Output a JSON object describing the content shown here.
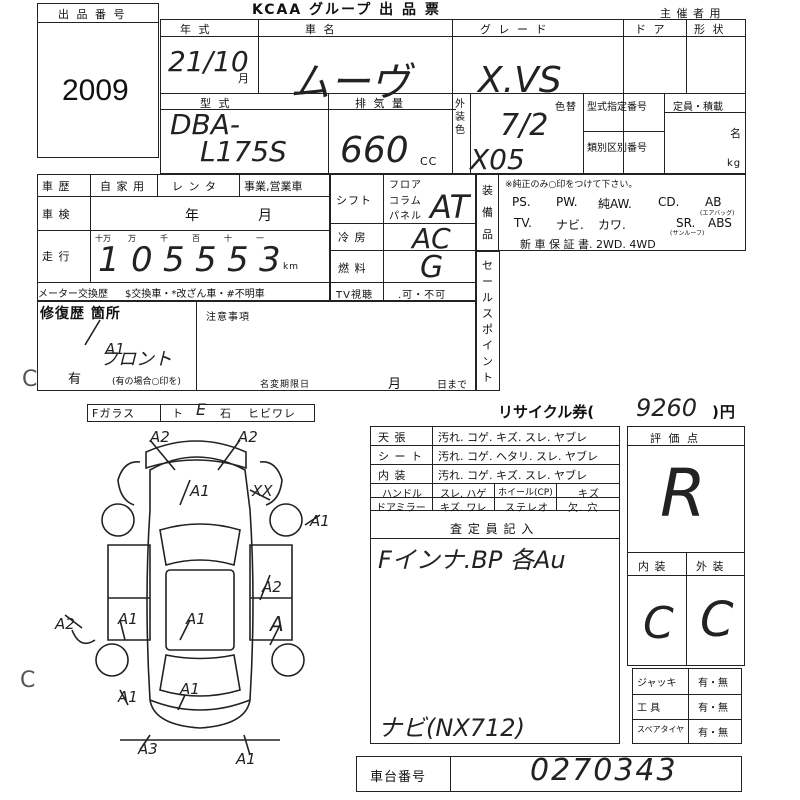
{
  "header": {
    "title": "KCAA グループ 出 品 票",
    "sponsor": "主 催 者 用",
    "lot_label": "出 品 番 号",
    "lot_number": "2009"
  },
  "row1": {
    "year_label": "年 式",
    "car_label": "車 名",
    "grade_label": "グ レ ー ド",
    "door_label": "ド ア",
    "shape_label": "形 状",
    "year_value": "21/10",
    "month_suffix": "月",
    "car_value": "ムーヴ",
    "grade_value": "X.VS"
  },
  "row2": {
    "model_label": "型 式",
    "disp_label": "排 気 量",
    "ext_color_label": "外装色",
    "color_change_label": "色替",
    "type_no_label": "型式指定番号",
    "class_no_label": "類別区別番号",
    "capacity_label": "定員・積載",
    "mei": "名",
    "kg": "kg",
    "model_value_1": "DBA-",
    "model_value_2": "L175S",
    "disp_value": "660",
    "cc": "CC",
    "color_value": "7/2",
    "color_code": "X05"
  },
  "history": {
    "label": "車 歴",
    "opts": [
      "自 家 用",
      "レ ン タ",
      "事業,営業車"
    ]
  },
  "inspection": {
    "label": "車 検",
    "year": "年",
    "month": "月"
  },
  "mileage": {
    "label": "走 行",
    "units": [
      "十万",
      "万",
      "千",
      "百",
      "十",
      "一"
    ],
    "digits": [
      "1",
      "0",
      "5",
      "5",
      "5",
      "3"
    ],
    "km": "km",
    "meter_label": "メーター交換歴",
    "meter_opts": "$交換車・*改ざん車・#不明車"
  },
  "shift": {
    "label": "シフト",
    "opts": [
      "フロア",
      "コラム",
      "パネル"
    ],
    "value": "AT"
  },
  "ac": {
    "label": "冷 房",
    "value": "AC"
  },
  "fuel": {
    "label": "燃 料",
    "value": "G"
  },
  "tv": {
    "label": "TV視聴",
    "opts": ".可・不可"
  },
  "equipment": {
    "label": "装備品",
    "note": "※純正のみ○印をつけて下さい。",
    "line1": [
      "PS.",
      "PW.",
      "純AW.",
      "CD.",
      "AB"
    ],
    "ab_sub": "(エアバッグ)",
    "line2": [
      "TV.",
      "ナビ.",
      "カワ.",
      "SR.",
      "ABS"
    ],
    "sr_sub": "(サンルーフ)",
    "line3": "新 車 保 証 書.   2WD.   4WD"
  },
  "sales_point": {
    "label": "セールスポイント"
  },
  "repair": {
    "label": "修復歴 箇所",
    "yes": "有",
    "note": "(有の場合○印を)",
    "hand_note": "フロント"
  },
  "caution": {
    "label": "注意事項",
    "deadline": "名変期限日",
    "month": "月",
    "day": "日まで"
  },
  "glass": {
    "label": "Fガラス",
    "opts": [
      "ト",
      "石",
      "ヒビワレ"
    ],
    "value": "E"
  },
  "recycle": {
    "label": "リサイクル券(",
    "value": "9260",
    "unit": ")円"
  },
  "interior": {
    "rows": [
      {
        "label": "天 張",
        "opts": "汚れ. コゲ. キズ. スレ. ヤブレ"
      },
      {
        "label": "シ ー ト",
        "opts": "汚れ. コゲ. ヘタリ. スレ. ヤブレ"
      },
      {
        "label": "内 装",
        "opts": "汚れ. コゲ. キズ. スレ. ヤブレ"
      }
    ],
    "handle_label": "ハンドル",
    "handle_opts": "スレ. ハゲ",
    "wheel_label": "ホイール(CP)",
    "wheel_opts": "キズ",
    "mirror_label": "ドアミラー",
    "mirror_opts": "キズ. ワレ",
    "stereo_label": "ステレオ",
    "stereo_opts": "欠. 穴"
  },
  "inspector": {
    "label": "査 定 員 記 入",
    "note1": "Fインナ.BP 各Au",
    "note2": "ナビ(NX712)"
  },
  "rating": {
    "label": "評 価 点",
    "value": "R",
    "int_label": "内 装",
    "ext_label": "外 装",
    "int_value": "C",
    "ext_value": "C"
  },
  "tools": {
    "rows": [
      {
        "label": "ジャッキ",
        "value": "有・無"
      },
      {
        "label": "工 具",
        "value": "有・無"
      },
      {
        "label": "スペアタイヤ",
        "value": "有・無"
      }
    ]
  },
  "chassis": {
    "label": "車台番号",
    "value": "0270343"
  },
  "damage_marks": [
    "A2",
    "A2",
    "A1",
    "XX",
    "A1",
    "A2",
    "A1",
    "A1",
    "A",
    "A1",
    "A2",
    "A1",
    "A1",
    "A3",
    "A1"
  ]
}
